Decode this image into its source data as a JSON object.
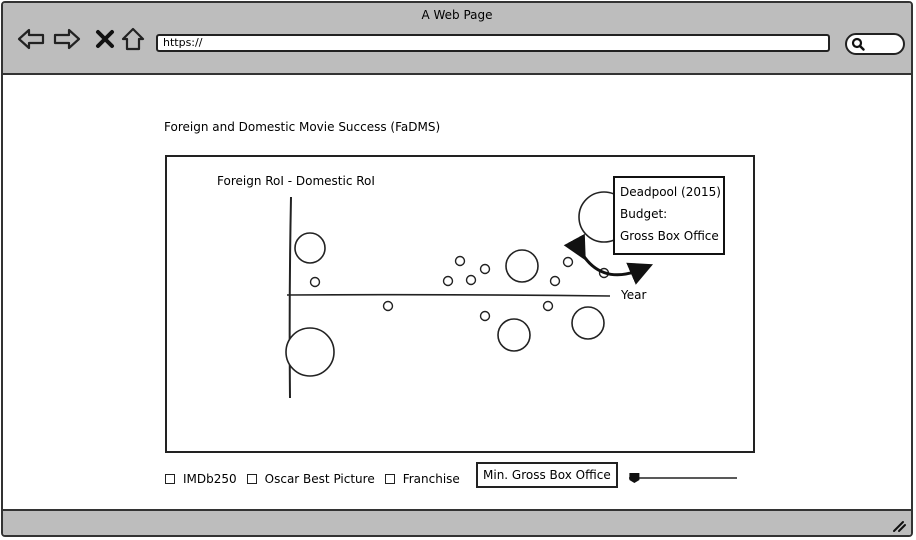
{
  "window": {
    "title": "A Web Page"
  },
  "browser": {
    "url": "https://"
  },
  "page": {
    "title": "Foreign and Domestic Movie Success (FaDMS)"
  },
  "chart_data": {
    "type": "scatter",
    "title": "",
    "ylabel": "Foreign RoI - Domestic RoI",
    "xlabel": "Year",
    "points": [
      {
        "x": 0.2,
        "y": 47,
        "r": "large"
      },
      {
        "x": 0.25,
        "y": 13,
        "r": "small"
      },
      {
        "x": 0.2,
        "y": -57,
        "r": "large"
      },
      {
        "x": 0.98,
        "y": -11,
        "r": "small"
      },
      {
        "x": 1.58,
        "y": 14,
        "r": "small"
      },
      {
        "x": 1.7,
        "y": 34,
        "r": "small"
      },
      {
        "x": 1.81,
        "y": 15,
        "r": "small"
      },
      {
        "x": 1.95,
        "y": 26,
        "r": "small"
      },
      {
        "x": 1.95,
        "y": -21,
        "r": "small"
      },
      {
        "x": 2.32,
        "y": 29,
        "r": "medium"
      },
      {
        "x": 2.24,
        "y": -40,
        "r": "medium"
      },
      {
        "x": 2.58,
        "y": -11,
        "r": "small"
      },
      {
        "x": 2.65,
        "y": 14,
        "r": "small"
      },
      {
        "x": 2.78,
        "y": 33,
        "r": "small"
      },
      {
        "x": 2.98,
        "y": -28,
        "r": "medium"
      },
      {
        "x": 3.14,
        "y": 22,
        "r": "small"
      },
      {
        "x": 3.14,
        "y": 78,
        "r": "xlarge",
        "highlighted": true
      }
    ],
    "tooltip": {
      "title": "Deadpool (2015)",
      "budget_label": "Budget:",
      "gross_label": "Gross Box Office"
    }
  },
  "filters": {
    "items": [
      {
        "label": "IMDb250"
      },
      {
        "label": "Oscar Best Picture"
      },
      {
        "label": "Franchise"
      }
    ],
    "gross_label": "Min. Gross Box Office",
    "slider_value": 0.05
  }
}
